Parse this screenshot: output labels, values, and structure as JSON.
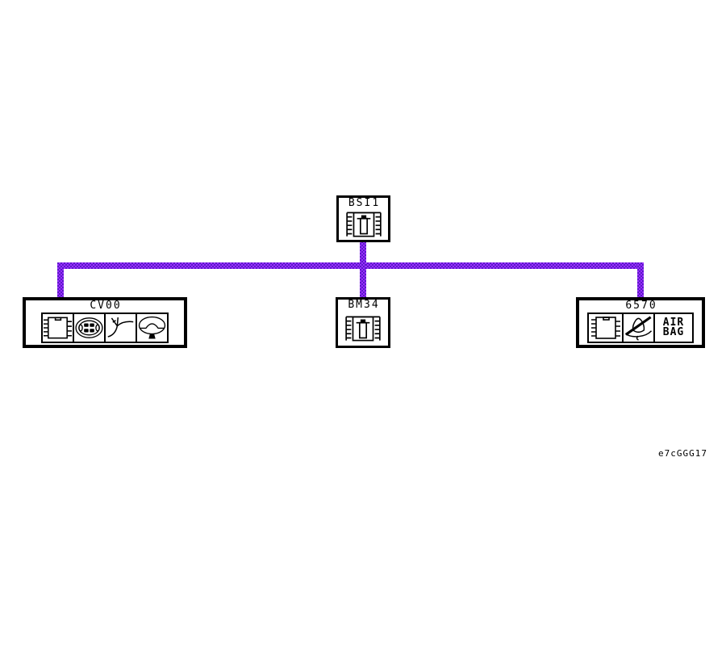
{
  "nodes": {
    "bsi1": {
      "label": "BSI1",
      "icons": [
        "ecu-connector-icon"
      ]
    },
    "cv00": {
      "label": "CV00",
      "icons": [
        "chip-icon",
        "control-pad-icon",
        "column-stalk-icon",
        "steering-wheel-icon"
      ]
    },
    "bm34": {
      "label": "BM34",
      "icons": [
        "ecu-connector-icon"
      ]
    },
    "6570": {
      "label": "6570",
      "icons": [
        "chip-icon",
        "seatbelt-icon"
      ],
      "airbag_line1": "AIR",
      "airbag_line2": "BAG"
    }
  },
  "footer": {
    "code": "e7cGGG17"
  },
  "colors": {
    "bus_light": "#9B30FF",
    "bus_dark": "#5A18C8",
    "line": "#000000",
    "bg": "#FFFFFF"
  }
}
